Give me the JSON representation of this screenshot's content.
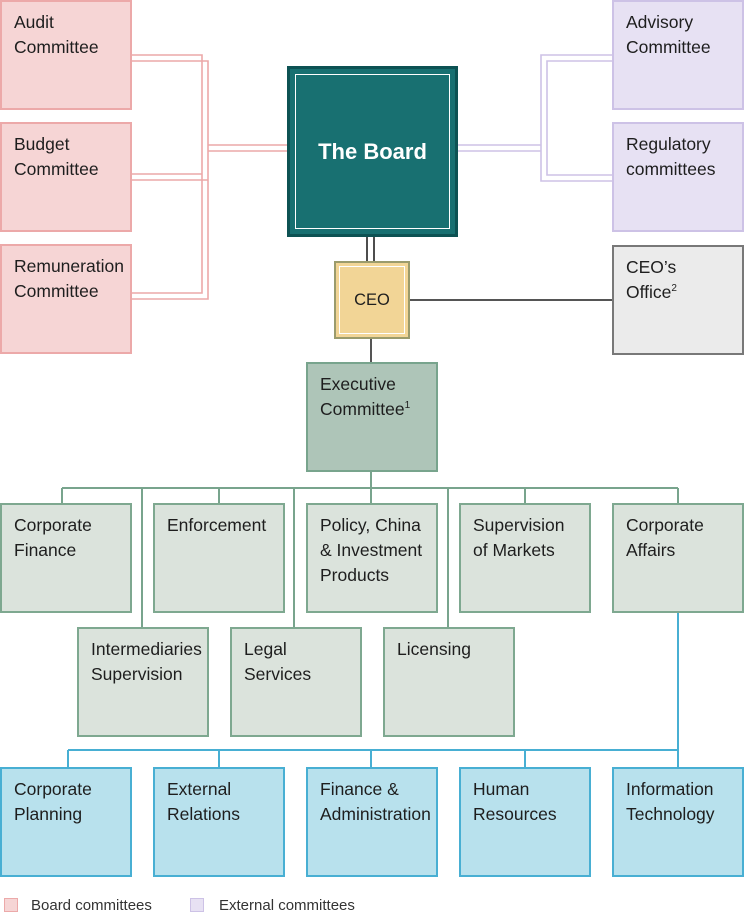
{
  "board_committees": [
    {
      "id": "audit",
      "label": "Audit\nCommittee"
    },
    {
      "id": "budget",
      "label": "Budget\nCommittee"
    },
    {
      "id": "remuneration",
      "label": "Remuneration\nCommittee"
    }
  ],
  "external_committees": [
    {
      "id": "advisory",
      "label": "Advisory\nCommittee"
    },
    {
      "id": "regulatory",
      "label": "Regulatory\ncommittees"
    }
  ],
  "board": {
    "label": "The Board"
  },
  "ceo": {
    "label": "CEO"
  },
  "ceo_office": {
    "label": "CEO’s Office",
    "footnote": "2"
  },
  "executive_committee": {
    "label": "Executive\nCommittee",
    "footnote": "1"
  },
  "divisions": [
    {
      "id": "corporate-finance",
      "label": "Corporate\nFinance"
    },
    {
      "id": "enforcement",
      "label": "Enforcement"
    },
    {
      "id": "policy-china",
      "label": "Policy, China\n& Investment\nProducts"
    },
    {
      "id": "supervision-markets",
      "label": "Supervision\nof Markets"
    },
    {
      "id": "corporate-affairs",
      "label": "Corporate\nAffairs"
    },
    {
      "id": "intermediaries",
      "label": "Intermediaries\nSupervision"
    },
    {
      "id": "legal-services",
      "label": "Legal\nServices"
    },
    {
      "id": "licensing",
      "label": "Licensing"
    }
  ],
  "departments": [
    {
      "id": "corporate-planning",
      "label": "Corporate\nPlanning"
    },
    {
      "id": "external-relations",
      "label": "External\nRelations"
    },
    {
      "id": "finance-admin",
      "label": "Finance &\nAdministration"
    },
    {
      "id": "human-resources",
      "label": "Human\nResources"
    },
    {
      "id": "information-technology",
      "label": "Information\nTechnology"
    }
  ],
  "legend": {
    "board_committees": "Board committees",
    "external_committees": "External committees"
  },
  "colors": {
    "board": "#187071",
    "ceo": "#f2d596",
    "board_committee": "#f6d5d5",
    "external_committee": "#e7e1f3",
    "executive": "#aec5b8",
    "division": "#dbe3dc",
    "department": "#b8e1ed",
    "ceo_office": "#ebebeb"
  }
}
